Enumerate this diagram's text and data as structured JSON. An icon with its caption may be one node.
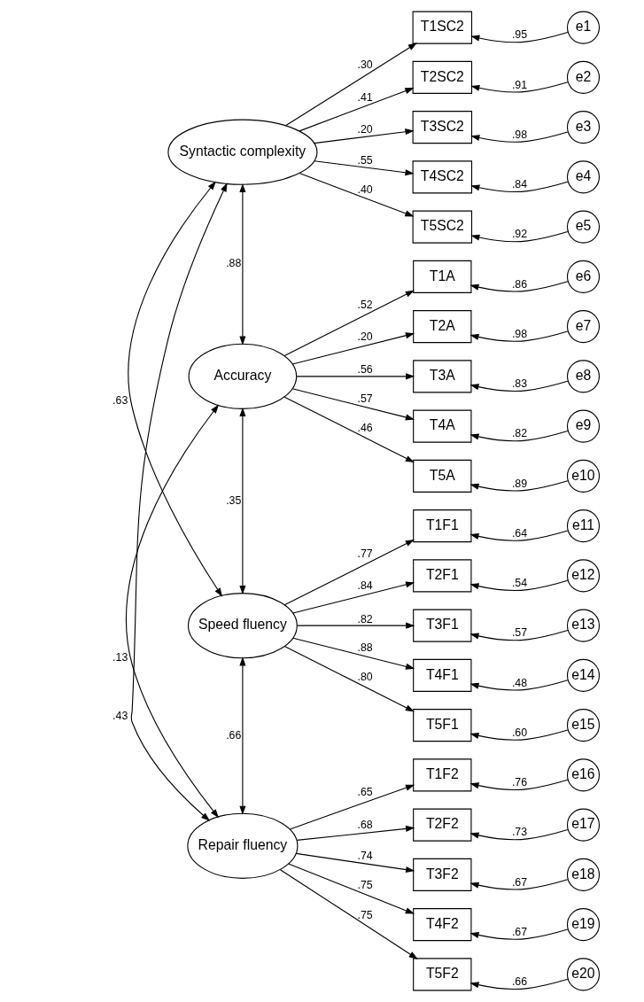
{
  "diagram": {
    "nodes": [
      {
        "text": [
          "Syntactic complexity"
        ]
      },
      {
        "text": [
          "Accuracy"
        ]
      },
      {
        "text": [
          "Speed fluency"
        ]
      },
      {
        "text": [
          "Repair fluency"
        ]
      },
      {
        "text": [
          "T1SC2"
        ]
      },
      {
        "text": [
          "T2SC2"
        ]
      },
      {
        "text": [
          "T3SC2"
        ]
      },
      {
        "text": [
          "T4SC2"
        ]
      },
      {
        "text": [
          "T5SC2"
        ]
      },
      {
        "text": [
          "T1A"
        ]
      },
      {
        "text": [
          "T2A"
        ]
      },
      {
        "text": [
          "T3A"
        ]
      },
      {
        "text": [
          "T4A"
        ]
      },
      {
        "text": [
          "T5A"
        ]
      },
      {
        "text": [
          "T1F1"
        ]
      },
      {
        "text": [
          "T2F1"
        ]
      },
      {
        "text": [
          "T3F1"
        ]
      },
      {
        "text": [
          "T4F1"
        ]
      },
      {
        "text": [
          "T5F1"
        ]
      },
      {
        "text": [
          "T1F2"
        ]
      },
      {
        "text": [
          "T2F2"
        ]
      },
      {
        "text": [
          "T3F2"
        ]
      },
      {
        "text": [
          "T4F2"
        ]
      },
      {
        "text": [
          "T5F2"
        ]
      },
      {
        "text": [
          "e1"
        ]
      },
      {
        "text": [
          "e2"
        ]
      },
      {
        "text": [
          "e3"
        ]
      },
      {
        "text": [
          "e4"
        ]
      },
      {
        "text": [
          "e5"
        ]
      },
      {
        "text": [
          "e6"
        ]
      },
      {
        "text": [
          "e7"
        ]
      },
      {
        "text": [
          "e8"
        ]
      },
      {
        "text": [
          "e9"
        ]
      },
      {
        "text": [
          "e10"
        ]
      },
      {
        "text": [
          "e11"
        ]
      },
      {
        "text": [
          "e12"
        ]
      },
      {
        "text": [
          "e13"
        ]
      },
      {
        "text": [
          "e14"
        ]
      },
      {
        "text": [
          "e15"
        ]
      },
      {
        "text": [
          "e16"
        ]
      },
      {
        "text": [
          "e17"
        ]
      },
      {
        "text": [
          "e18"
        ]
      },
      {
        "text": [
          "e19"
        ]
      },
      {
        "text": [
          "e20"
        ]
      }
    ],
    "edges": [
      {
        "from": 0,
        "to": 4,
        "arrow": "to",
        "label": ".30"
      },
      {
        "from": 0,
        "to": 5,
        "arrow": "to",
        "label": ".41"
      },
      {
        "from": 0,
        "to": 6,
        "arrow": "to",
        "label": ".20"
      },
      {
        "from": 0,
        "to": 7,
        "arrow": "to",
        "label": ".55"
      },
      {
        "from": 0,
        "to": 8,
        "arrow": "to",
        "label": ".40"
      },
      {
        "from": 1,
        "to": 9,
        "arrow": "to",
        "label": ".52"
      },
      {
        "from": 1,
        "to": 10,
        "arrow": "to",
        "label": ".20"
      },
      {
        "from": 1,
        "to": 11,
        "arrow": "to",
        "label": ".56"
      },
      {
        "from": 1,
        "to": 12,
        "arrow": "to",
        "label": ".57"
      },
      {
        "from": 1,
        "to": 13,
        "arrow": "to",
        "label": ".46"
      },
      {
        "from": 2,
        "to": 14,
        "arrow": "to",
        "label": ".77"
      },
      {
        "from": 2,
        "to": 15,
        "arrow": "to",
        "label": ".84"
      },
      {
        "from": 2,
        "to": 16,
        "arrow": "to",
        "label": ".82"
      },
      {
        "from": 2,
        "to": 17,
        "arrow": "to",
        "label": ".88"
      },
      {
        "from": 2,
        "to": 18,
        "arrow": "to",
        "label": ".80"
      },
      {
        "from": 3,
        "to": 19,
        "arrow": "to",
        "label": ".65"
      },
      {
        "from": 3,
        "to": 20,
        "arrow": "to",
        "label": ".68"
      },
      {
        "from": 3,
        "to": 21,
        "arrow": "to",
        "label": ".74"
      },
      {
        "from": 3,
        "to": 22,
        "arrow": "to",
        "label": ".75"
      },
      {
        "from": 3,
        "to": 23,
        "arrow": "to",
        "label": ".75"
      },
      {
        "from": 24,
        "to": 4,
        "arrow": "to",
        "label": ".95"
      },
      {
        "from": 25,
        "to": 5,
        "arrow": "to",
        "label": ".91"
      },
      {
        "from": 26,
        "to": 6,
        "arrow": "to",
        "label": ".98"
      },
      {
        "from": 27,
        "to": 7,
        "arrow": "to",
        "label": ".84"
      },
      {
        "from": 28,
        "to": 8,
        "arrow": "to",
        "label": ".92"
      },
      {
        "from": 29,
        "to": 9,
        "arrow": "to",
        "label": ".86"
      },
      {
        "from": 30,
        "to": 10,
        "arrow": "to",
        "label": ".98"
      },
      {
        "from": 31,
        "to": 11,
        "arrow": "to",
        "label": ".83"
      },
      {
        "from": 32,
        "to": 12,
        "arrow": "to",
        "label": ".82"
      },
      {
        "from": 33,
        "to": 13,
        "arrow": "to",
        "label": ".89"
      },
      {
        "from": 34,
        "to": 14,
        "arrow": "to",
        "label": ".64"
      },
      {
        "from": 35,
        "to": 15,
        "arrow": "to",
        "label": ".54"
      },
      {
        "from": 36,
        "to": 16,
        "arrow": "to",
        "label": ".57"
      },
      {
        "from": 37,
        "to": 17,
        "arrow": "to",
        "label": ".48"
      },
      {
        "from": 38,
        "to": 18,
        "arrow": "to",
        "label": ".60"
      },
      {
        "from": 39,
        "to": 19,
        "arrow": "to",
        "label": ".76"
      },
      {
        "from": 40,
        "to": 20,
        "arrow": "to",
        "label": ".73"
      },
      {
        "from": 41,
        "to": 21,
        "arrow": "to",
        "label": ".67"
      },
      {
        "from": 42,
        "to": 22,
        "arrow": "to",
        "label": ".67"
      },
      {
        "from": 43,
        "to": 23,
        "arrow": "to",
        "label": ".66"
      },
      {
        "from": 0,
        "to": 1,
        "arrow": "both",
        "label": ".88"
      },
      {
        "from": 0,
        "to": 2,
        "arrow": "both",
        "label": ".63"
      },
      {
        "from": 0,
        "to": 3,
        "arrow": "both",
        "label": ".43"
      },
      {
        "from": 1,
        "to": 2,
        "arrow": "both",
        "label": ".35"
      },
      {
        "from": 1,
        "to": 3,
        "arrow": "both",
        "label": ".13"
      },
      {
        "from": 2,
        "to": 3,
        "arrow": "both",
        "label": ".66"
      }
    ]
  }
}
